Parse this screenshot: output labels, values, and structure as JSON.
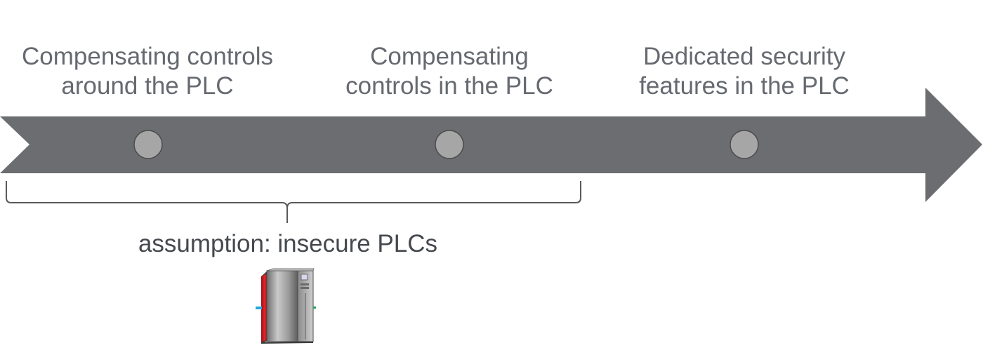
{
  "timeline": {
    "milestones": [
      {
        "label_line1": "Compensating controls",
        "label_line2": "around the PLC"
      },
      {
        "label_line1": "Compensating",
        "label_line2": "controls in the PLC"
      },
      {
        "label_line1": "Dedicated security",
        "label_line2": "features in the PLC"
      }
    ]
  },
  "bracket": {
    "label": "assumption: insecure PLCs",
    "icon": "plc-device-icon"
  },
  "colors": {
    "arrow": "#6c6d71",
    "marker_fill": "#a6a6a6",
    "marker_stroke": "#4b4b4b",
    "text_milestone": "#666a70",
    "text_assumption": "#45494e",
    "bracket_stroke": "#5a5a5a",
    "plc_red": "#d81f26",
    "plc_gray": "#9a9a9a"
  }
}
